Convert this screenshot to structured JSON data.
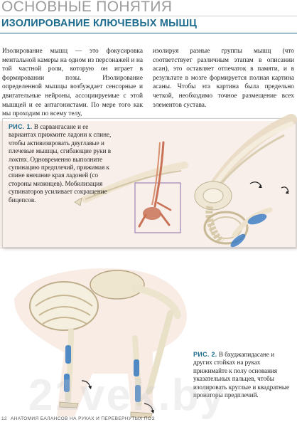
{
  "header": {
    "section": "Основные понятия"
  },
  "title": "Изолирование ключевых мышц",
  "body": {
    "left": "Изолирование мышц — это фокусировка ментальной камеры на одном из персонажей и на той частной роли, которую он играет в формировании позы. Изолирование определенной мышцы возбуждает сенсорные и двигательные нейроны, ассоциируемые с этой мышцей и ее антагонистами. По мере того как мы проходим по всему телу,",
    "right": "изолируя разные группы мышц (что соответствует различным этапам в описании асан), это оставляет отпечаток в памяти, и в результате в мозге формируется полная картина асаны. Чтобы эта картина была предельно четкой, необходимо точное размещение всех элементов сустава."
  },
  "figure1": {
    "label": "РИС. 1.",
    "caption": "В сарвангасане и ее вариантах прижмите ладони к спине, чтобы активизировать двуглавые и плечевые мышцы, сгибающие руки в локтях. Одновременно выполните супинацию предплечий, прижимая к спине внешние края ладоней (со стороны мизинцев). Мобилизация супинаторов усиливает сокращение бицепсов."
  },
  "figure2": {
    "label": "РИС. 2.",
    "caption": "В бхуджапидасане и других стойках на руках прижимайте к полу основания указательных пальцев, чтобы изолировать круглые и квадратные пронаторы предплечий."
  },
  "footer": {
    "page_number": "12",
    "book_title": "Анатомия балансов на руках и перевернутых поз"
  },
  "watermark": "21vek.by",
  "colors": {
    "accent": "#1e6c8d",
    "muscle_blue": "#3f7fc4",
    "bone": "#e9e3cf",
    "skin": "#efc9b8",
    "muscle_red": "#c97257"
  }
}
